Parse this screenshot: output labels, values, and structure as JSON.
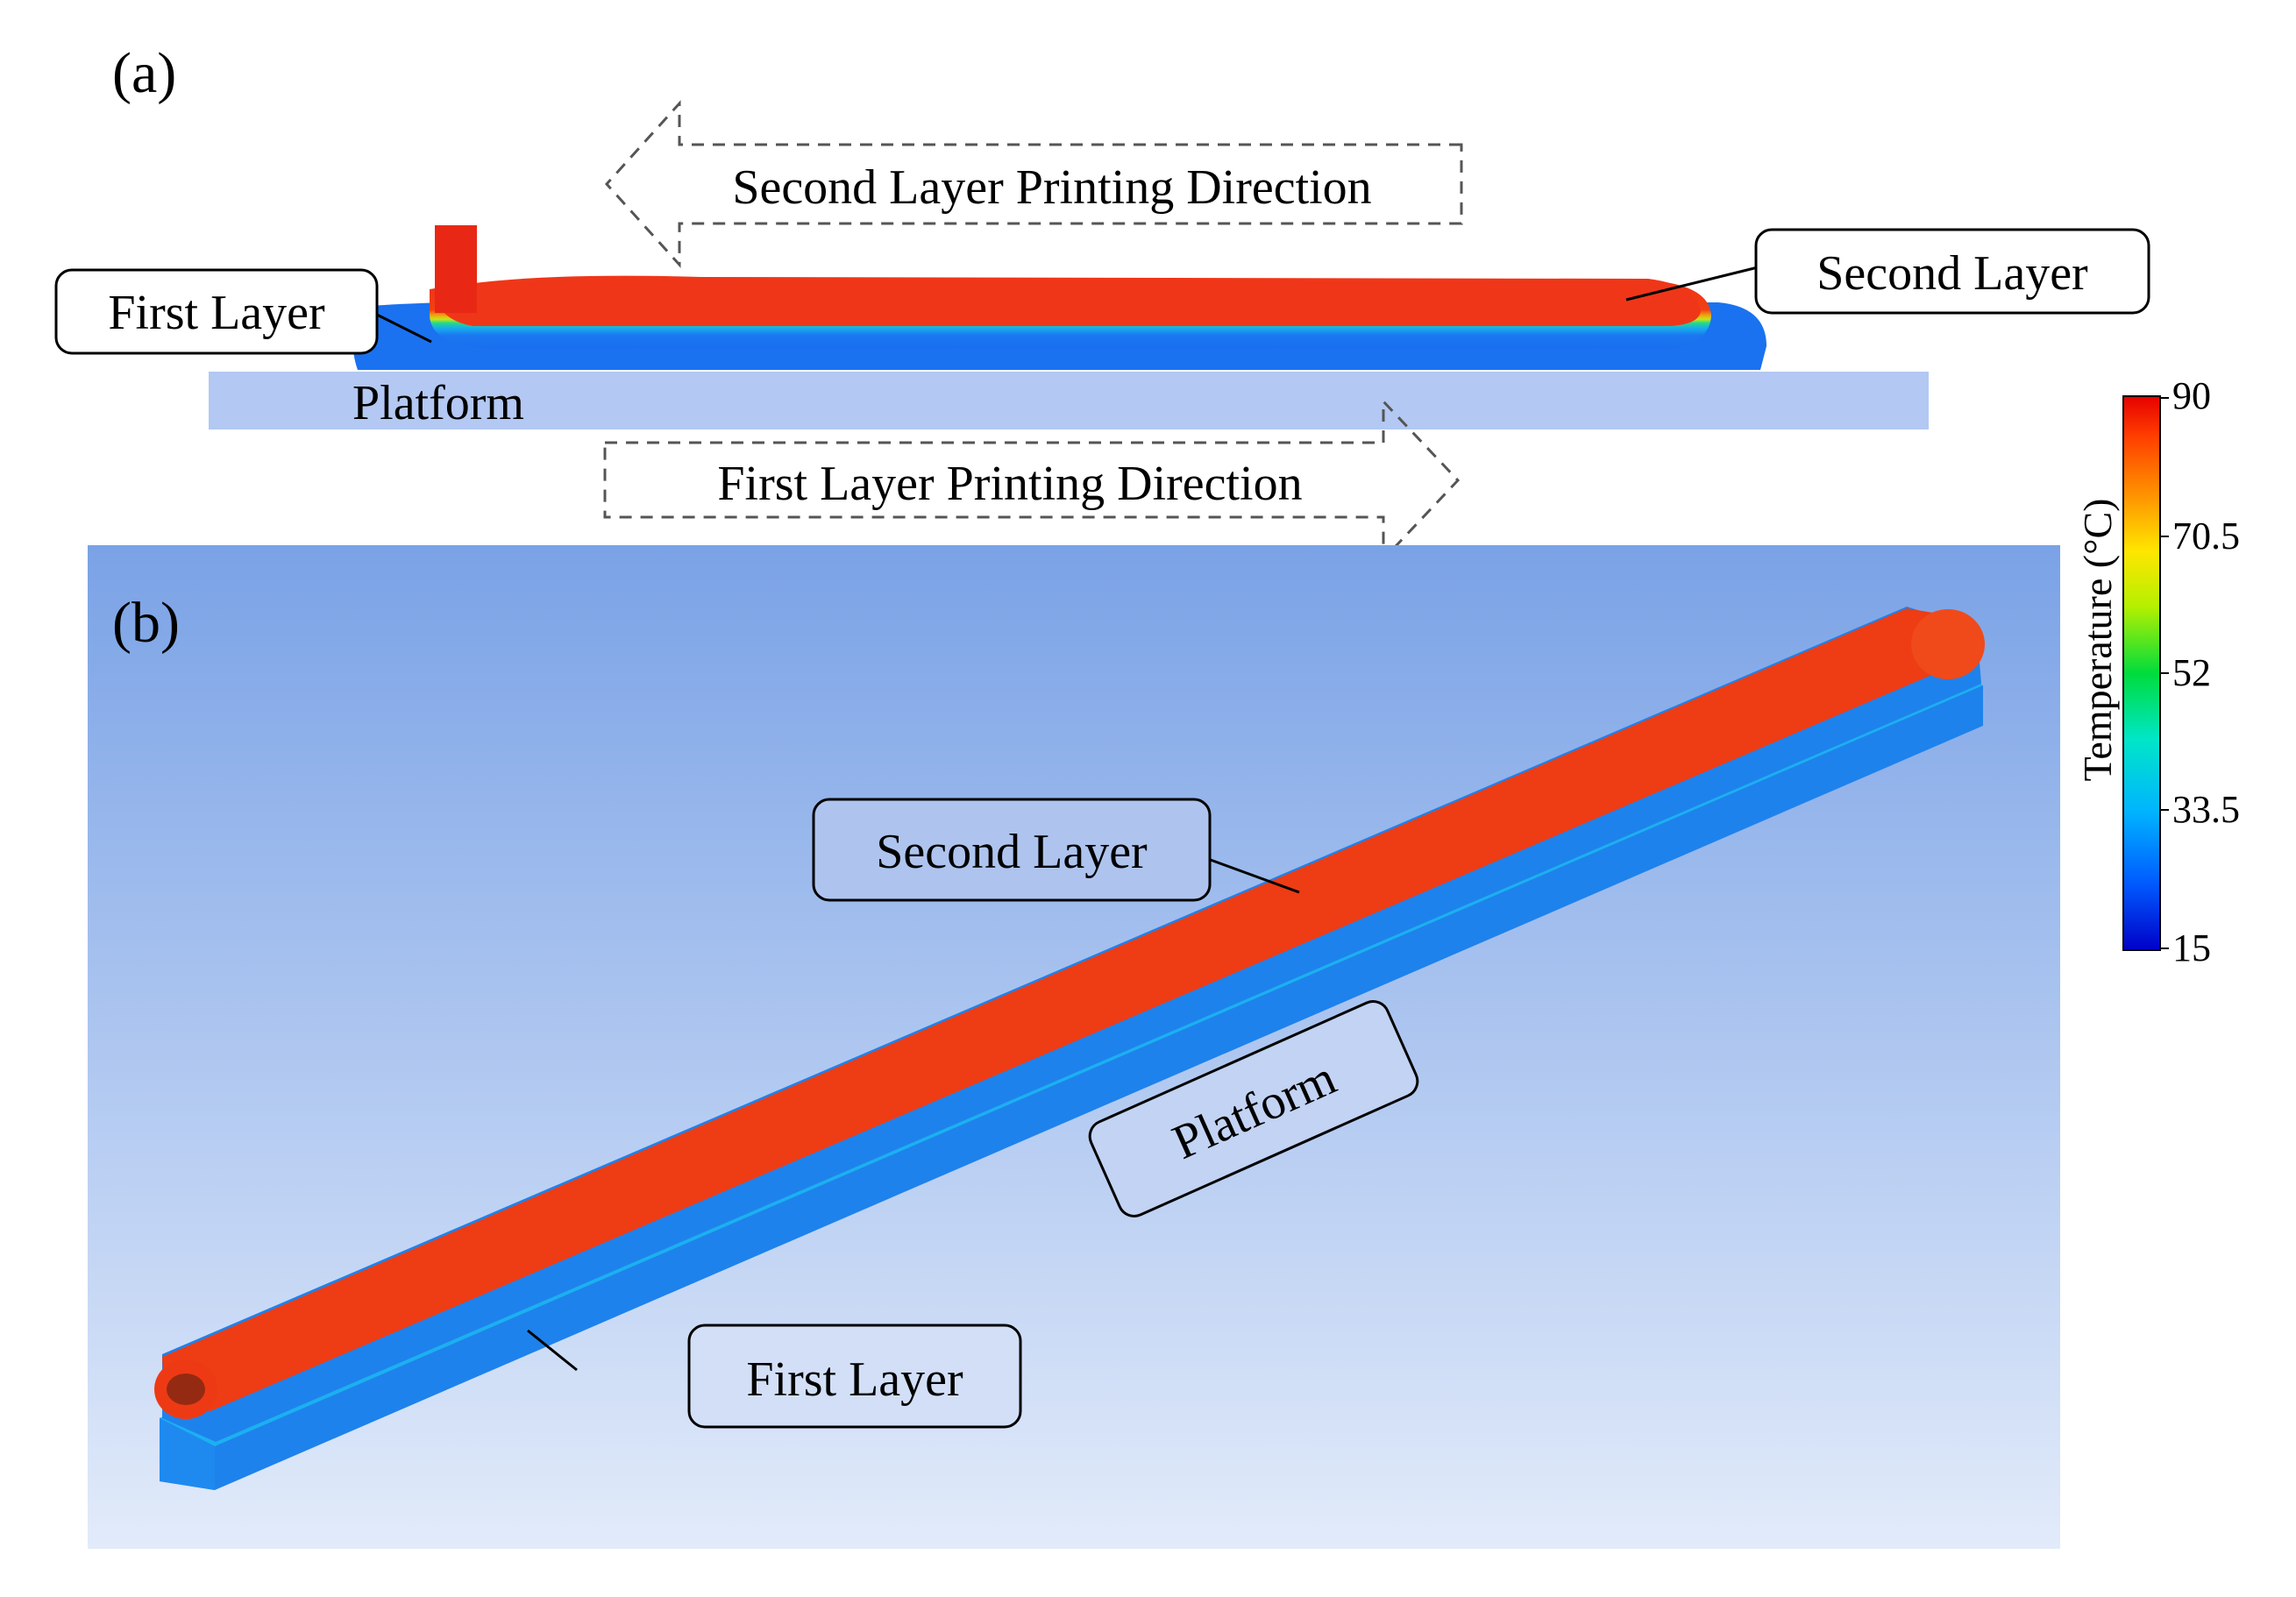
{
  "panel_a": {
    "tag": "(a)",
    "second_direction": "Second Layer Printing Direction",
    "first_direction": "First Layer Printing Direction",
    "first_layer": "First Layer",
    "second_layer": "Second Layer",
    "platform": "Platform"
  },
  "panel_b": {
    "tag": "(b)",
    "second_layer": "Second Layer",
    "first_layer": "First Layer",
    "platform": "Platform"
  },
  "colorbar": {
    "title": "Temperature (°C)",
    "ticks": [
      "90",
      "70.5",
      "52",
      "33.5",
      "15"
    ],
    "min": 15,
    "max": 90,
    "colors": [
      "#0000c8",
      "#005aff",
      "#00b4ff",
      "#00e6c8",
      "#00dc3c",
      "#b4f000",
      "#ffe600",
      "#ff8c00",
      "#ff3c00",
      "#e60000"
    ]
  },
  "colors": {
    "hot": "#f03c14",
    "cold": "#1b7ef0",
    "platform": "#b3c8f2",
    "background_top": "#7aa2e6",
    "background_bottom": "#e2ebfa"
  }
}
